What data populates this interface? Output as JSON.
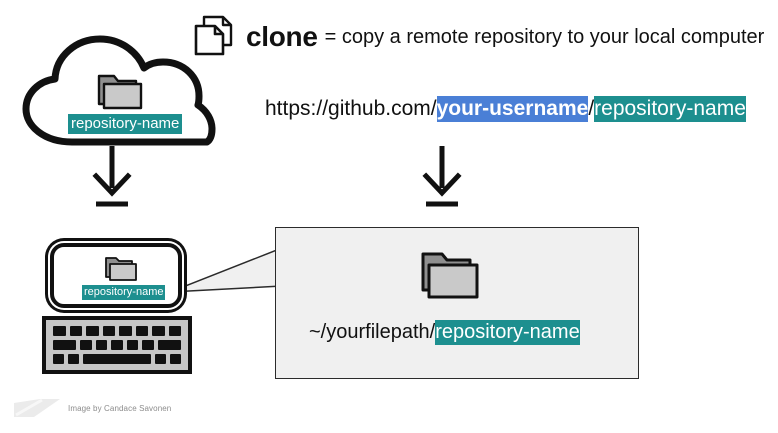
{
  "headline": {
    "icon": "documents-stack-icon",
    "term": "clone",
    "definition": "= copy a remote repository to your local computer"
  },
  "url": {
    "prefix": "https://github.com/",
    "username_placeholder": "your-username",
    "separator": "/",
    "repo_placeholder": "repository-name"
  },
  "cloud": {
    "name": "remote-repository-cloud",
    "folder_icon": "folder-icon",
    "label": "repository-name"
  },
  "arrows": {
    "left": "download-arrow-icon",
    "right": "download-arrow-icon"
  },
  "laptop": {
    "name": "local-computer-laptop",
    "folder_icon": "folder-icon",
    "label": "repository-name",
    "keyboard_rows": [
      [
        "key",
        "key",
        "key",
        "key",
        "key",
        "key",
        "key",
        "key"
      ],
      [
        "wide-key",
        "key",
        "key",
        "key",
        "key",
        "key",
        "key",
        "wide-key"
      ],
      [
        "key",
        "key",
        "spacebar",
        "key",
        "key"
      ]
    ]
  },
  "callout": {
    "name": "local-filepath-callout",
    "folder_icon": "folder-icon",
    "path_prefix": "~/yourfilepath/",
    "path_repo": "repository-name"
  },
  "attribution": {
    "logo": "diagonal-band-logo",
    "text": "Image by Candace Savonen"
  },
  "colors": {
    "highlight_teal": "#1d8f8f",
    "highlight_blue": "#4a7fd6",
    "folder_light": "#c9c9c9",
    "folder_dark": "#8f8f8f",
    "outline": "#111111",
    "callout_fill": "#f0f0f0",
    "attribution_gray": "#8c8c8c"
  }
}
